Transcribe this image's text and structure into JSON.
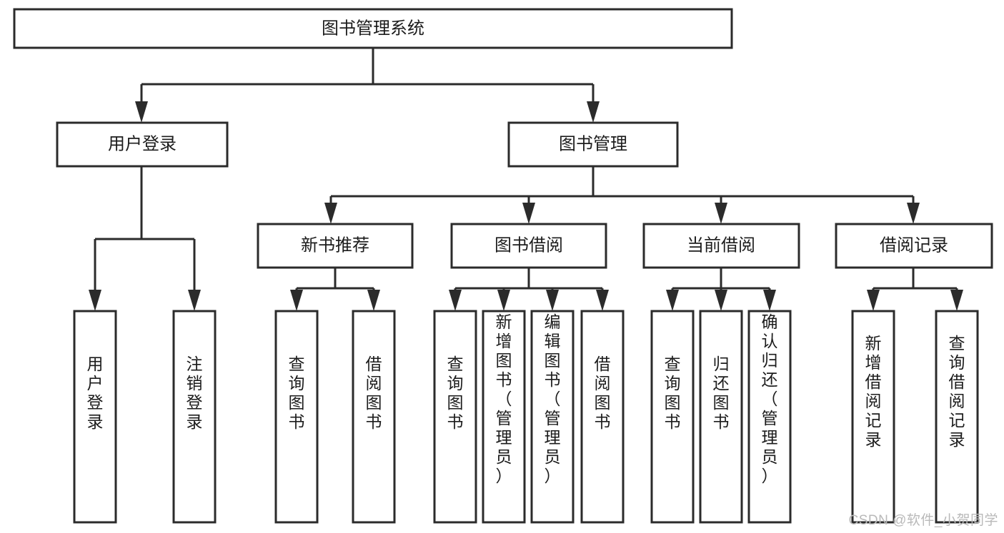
{
  "diagram": {
    "title": "图书管理系统",
    "type": "hierarchy-tree",
    "watermark": "CSDN @软件_小贺同学",
    "colors": {
      "stroke": "#2b2b2b",
      "fill": "#ffffff",
      "text": "#1c1c1c",
      "watermark": "#b9b9b9"
    },
    "nodes": {
      "root": {
        "label": "图书管理系统",
        "level": 0,
        "orientation": "horizontal"
      },
      "l1": [
        {
          "id": "user-login",
          "label": "用户登录",
          "level": 1,
          "orientation": "horizontal"
        },
        {
          "id": "book-manage",
          "label": "图书管理",
          "level": 1,
          "orientation": "horizontal"
        }
      ],
      "l2": [
        {
          "id": "new-book-rec",
          "label": "新书推荐",
          "level": 2,
          "orientation": "horizontal",
          "parent": "book-manage"
        },
        {
          "id": "book-borrow",
          "label": "图书借阅",
          "level": 2,
          "orientation": "horizontal",
          "parent": "book-manage"
        },
        {
          "id": "current-borrow",
          "label": "当前借阅",
          "level": 2,
          "orientation": "horizontal",
          "parent": "book-manage"
        },
        {
          "id": "borrow-record",
          "label": "借阅记录",
          "level": 2,
          "orientation": "horizontal",
          "parent": "book-manage"
        }
      ],
      "leaves": [
        {
          "id": "leaf-user-login",
          "label": "用户登录",
          "parent": "user-login",
          "orientation": "vertical"
        },
        {
          "id": "leaf-logout-login",
          "label": "注销登录",
          "parent": "user-login",
          "orientation": "vertical"
        },
        {
          "id": "leaf-query-book-1",
          "label": "查询图书",
          "parent": "new-book-rec",
          "orientation": "vertical"
        },
        {
          "id": "leaf-borrow-book-1",
          "label": "借阅图书",
          "parent": "new-book-rec",
          "orientation": "vertical"
        },
        {
          "id": "leaf-query-book-2",
          "label": "查询图书",
          "parent": "book-borrow",
          "orientation": "vertical"
        },
        {
          "id": "leaf-add-book",
          "label": "新增图书（管理员）",
          "parent": "book-borrow",
          "orientation": "vertical"
        },
        {
          "id": "leaf-edit-book",
          "label": "编辑图书（管理员）",
          "parent": "book-borrow",
          "orientation": "vertical"
        },
        {
          "id": "leaf-borrow-book-2",
          "label": "借阅图书",
          "parent": "book-borrow",
          "orientation": "vertical"
        },
        {
          "id": "leaf-query-book-3",
          "label": "查询图书",
          "parent": "current-borrow",
          "orientation": "vertical"
        },
        {
          "id": "leaf-return-book",
          "label": "归还图书",
          "parent": "current-borrow",
          "orientation": "vertical"
        },
        {
          "id": "leaf-confirm-return",
          "label": "确认归还（管理员）",
          "parent": "current-borrow",
          "orientation": "vertical"
        },
        {
          "id": "leaf-add-record",
          "label": "新增借阅记录",
          "parent": "borrow-record",
          "orientation": "vertical"
        },
        {
          "id": "leaf-query-record",
          "label": "查询借阅记录",
          "parent": "borrow-record",
          "orientation": "vertical"
        }
      ]
    }
  }
}
